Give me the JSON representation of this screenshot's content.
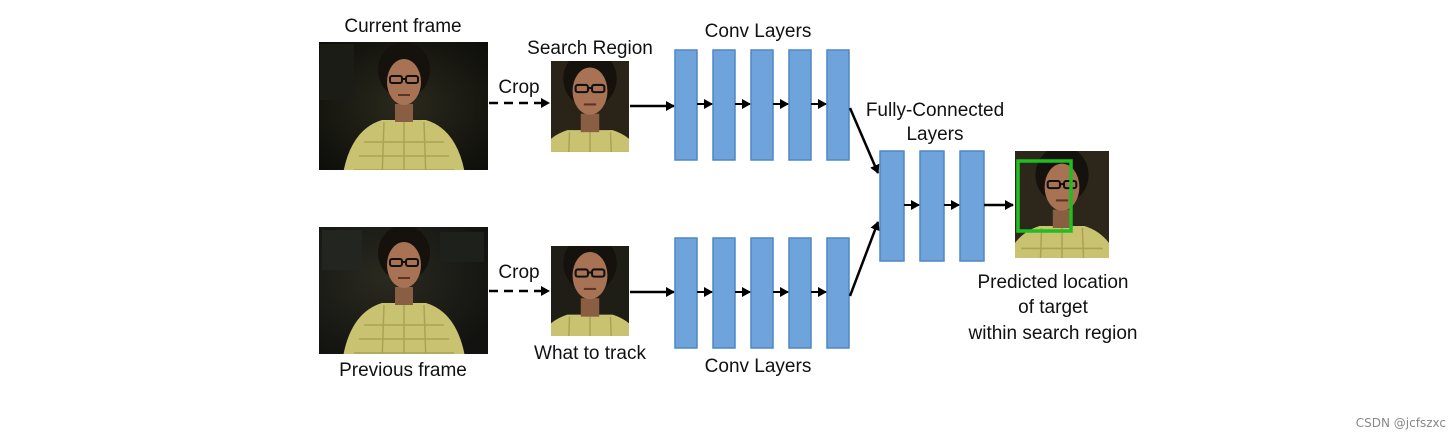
{
  "labels": {
    "current_frame": "Current frame",
    "previous_frame": "Previous frame",
    "search_region": "Search Region",
    "what_to_track": "What to track",
    "crop_top": "Crop",
    "crop_bottom": "Crop",
    "conv_layers_top": "Conv Layers",
    "conv_layers_bottom": "Conv Layers",
    "fc_layers_line1": "Fully-Connected",
    "fc_layers_line2": "Layers",
    "predicted_line1": "Predicted location",
    "predicted_line2": "of target",
    "predicted_line3": "within search region"
  },
  "watermark": "CSDN @jcfszxc",
  "colors": {
    "layer_fill": "#6fa3dc",
    "layer_stroke": "#4f87c4",
    "arrow": "#000000",
    "bbox": "#1fbf1f"
  },
  "icons": {
    "frame_image": "face-photo",
    "bounding_box": "green-rectangle"
  }
}
